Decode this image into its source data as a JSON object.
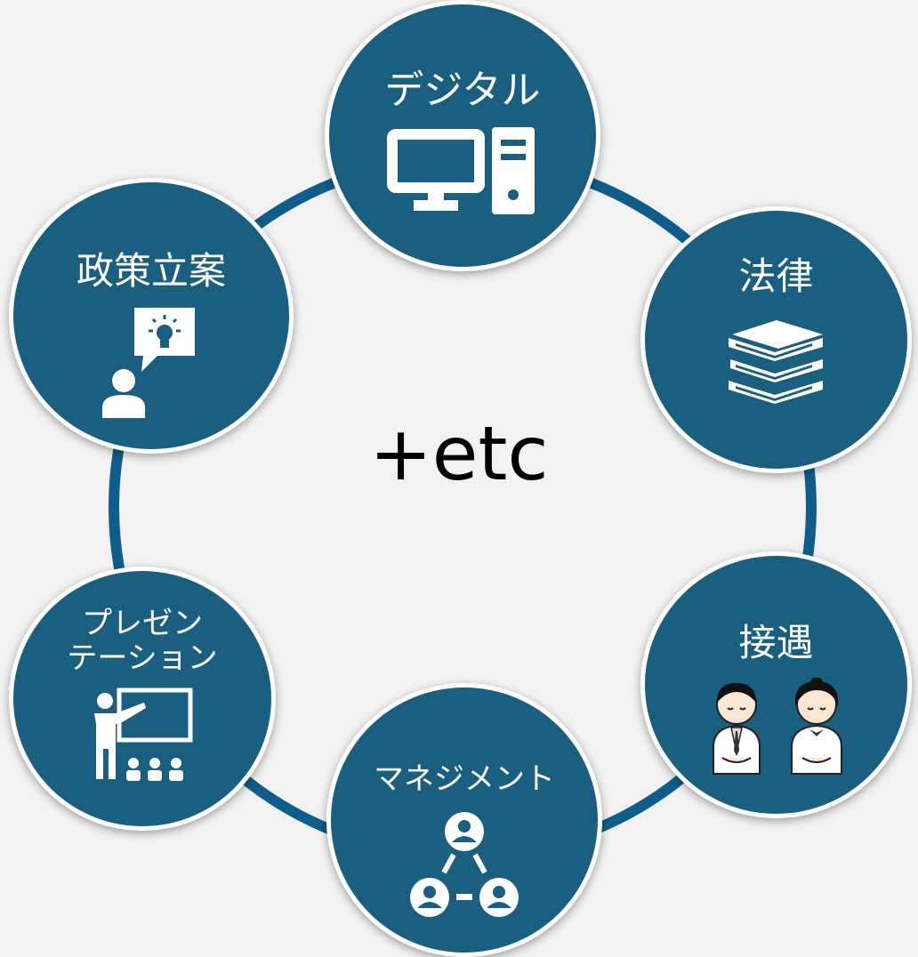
{
  "center": {
    "text": "+etc"
  },
  "nodes": {
    "digital": {
      "label": "デジタル",
      "icon": "computer-icon"
    },
    "law": {
      "label": "法律",
      "icon": "books-icon"
    },
    "hospitality": {
      "label": "接遇",
      "icon": "bowing-staff-icon"
    },
    "management": {
      "label": "マネジメント",
      "icon": "team-hierarchy-icon"
    },
    "presentation": {
      "label_line1": "プレゼン",
      "label_line2": "テーション",
      "icon": "presenter-icon"
    },
    "policy": {
      "label": "政策立案",
      "icon": "idea-speech-icon"
    }
  },
  "colors": {
    "circle_fill": "#1a5e80",
    "ring": "#0f5d8a",
    "background": "#f2f2f2",
    "text": "#ffffff"
  }
}
